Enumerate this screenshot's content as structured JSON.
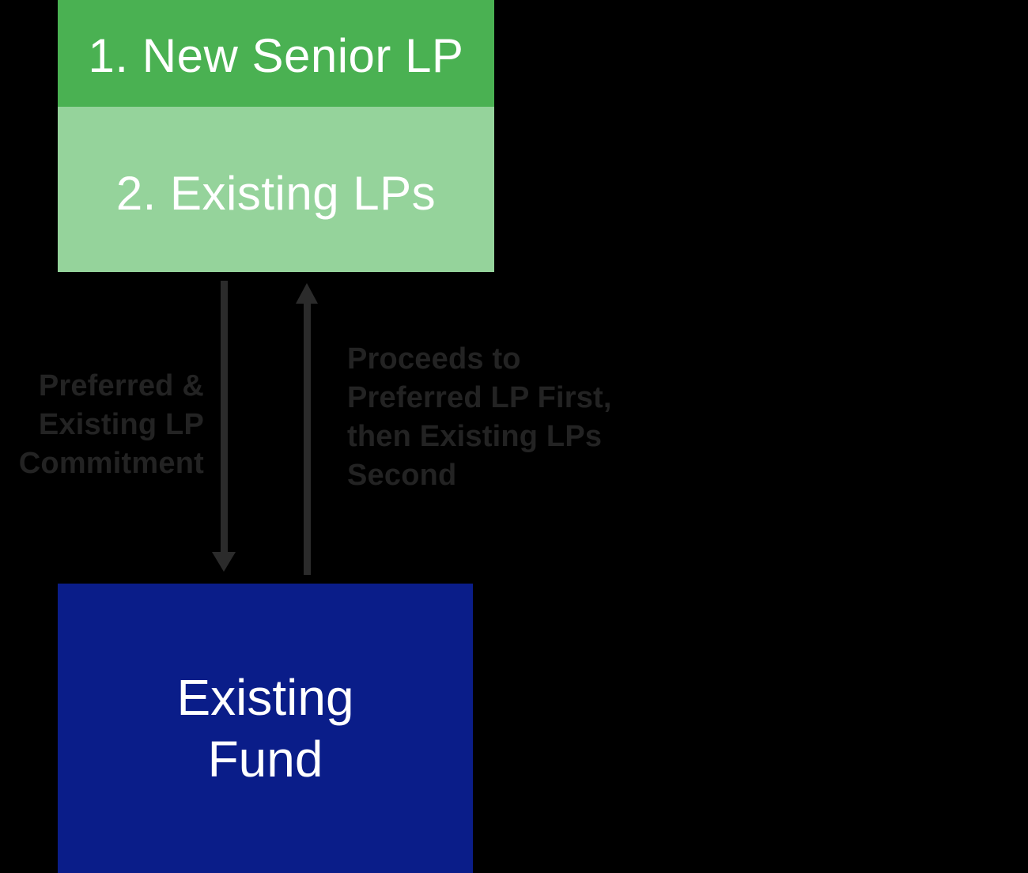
{
  "canvas": {
    "background_color": "#000000"
  },
  "lp_stack": {
    "senior": {
      "label": "1. New Senior LP",
      "color": "#4ab152",
      "text_color": "#ffffff"
    },
    "existing": {
      "label": "2. Existing LPs",
      "color": "#95d39b",
      "text_color": "#ffffff"
    }
  },
  "fund_box": {
    "lines": [
      "Existing",
      "Fund"
    ],
    "color": "#0a1d89",
    "text_color": "#ffffff"
  },
  "arrows": {
    "color": "#2b2b2b",
    "down": {
      "direction": "down",
      "label_lines": [
        "Preferred &",
        "Existing LP",
        "Commitment"
      ]
    },
    "up": {
      "direction": "up",
      "label_lines": [
        "Proceeds to",
        "Preferred LP First,",
        "then Existing LPs",
        "Second"
      ]
    }
  },
  "labels": {
    "color": "#232323"
  }
}
